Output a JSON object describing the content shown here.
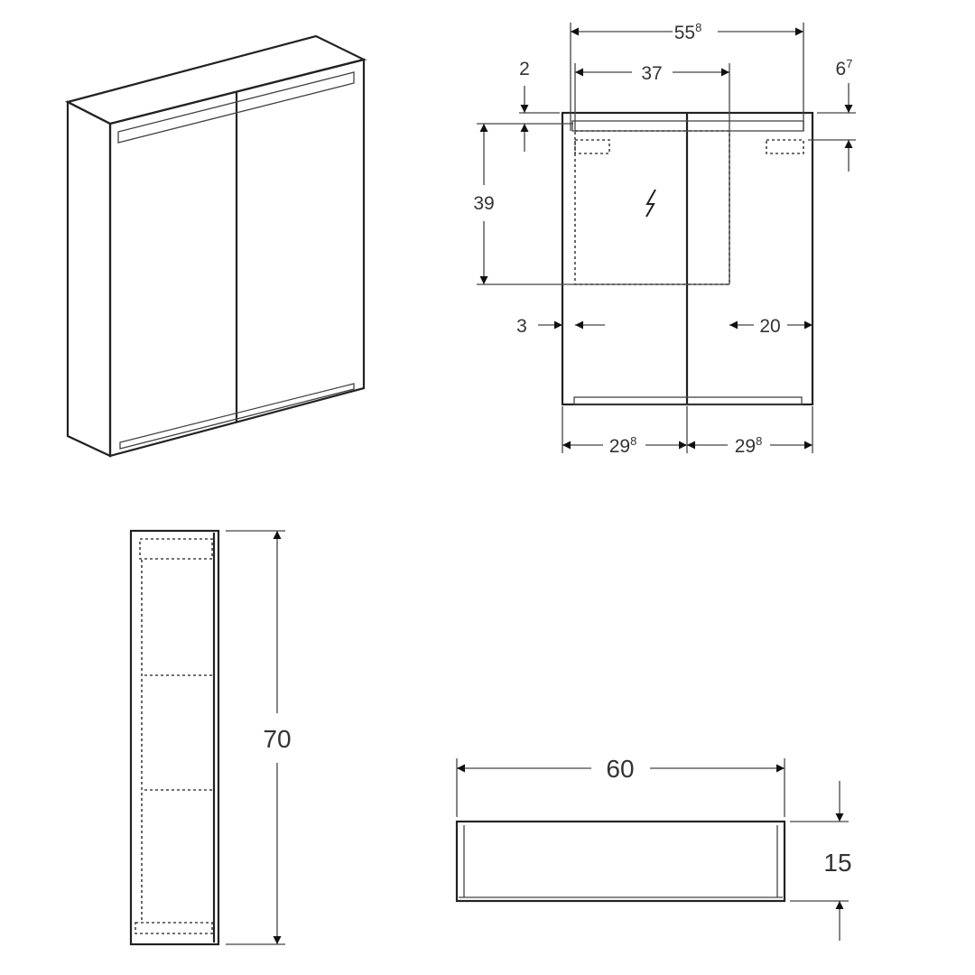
{
  "drawing": {
    "front_view": {
      "total_width": {
        "main": "55",
        "sup": "8"
      },
      "inner_width": "37",
      "top_offset": "2",
      "light_offset": {
        "main": "6",
        "sup": "7"
      },
      "inner_height": "39",
      "left_offset": "3",
      "right_offset": "20",
      "door_left": {
        "main": "29",
        "sup": "8"
      },
      "door_right": {
        "main": "29",
        "sup": "8"
      }
    },
    "side_view": {
      "height": "70"
    },
    "bottom_view": {
      "width": "60",
      "depth": "15"
    },
    "line_color": "#222222"
  }
}
